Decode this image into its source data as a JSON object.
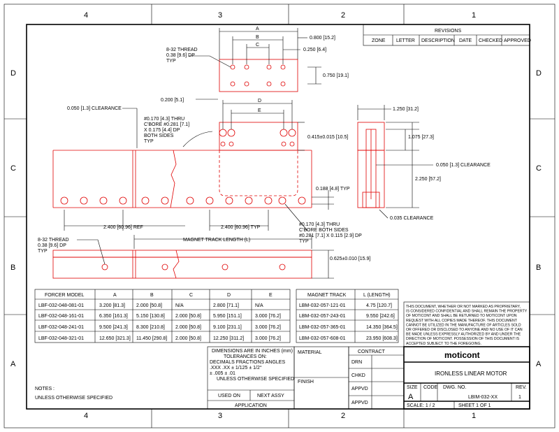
{
  "zones_top": [
    "4",
    "3",
    "2",
    "1"
  ],
  "zones_side": [
    "D",
    "C",
    "B",
    "A"
  ],
  "revisions": {
    "title": "REVISIONS",
    "headers": [
      "ZONE",
      "LETTER",
      "DESCRIPTION",
      "DATE",
      "CHECKED",
      "APPROVED"
    ]
  },
  "dims": {
    "a": "A",
    "b": "B",
    "c": "C",
    "d": "D",
    "e": "E",
    "d0800": "0.800 [15.2]",
    "d0250": "0.250 [6.4]",
    "d0750": "0.750 [19.1]",
    "d0200": "0.200 [5.1]",
    "d0050": "0.050 [1.3] CLEARANCE",
    "d0415": "0.415±0.015 [10.5]",
    "d1250": "1.250 [31.2]",
    "d1075": "1.075 [27.3]",
    "d0050b": "0.050 [1.3] CLEARANCE",
    "d2250": "2.250 [57.2]",
    "d0188": "0.188 [4.8] TYP",
    "d0035": "0.035 CLEARANCE",
    "d2400ref": "2.400 [60.96] REF",
    "d2400typ": "2.400 [60.96] TYP",
    "track_len": "MAGNET TRACK LENGTH (L)",
    "d0625": "0.625±0.010 [15.9]"
  },
  "notes_thread_top": [
    "8-32 THREAD",
    "0.38 [9.6] DP",
    "TYP"
  ],
  "notes_cbore": [
    "#0.170 [4.3] THRU",
    "C'BORE #0.281 [7.1]",
    "X 0.175 [4.4] DP",
    "BOTH SIDES",
    "TYP"
  ],
  "notes_cbore2": [
    "#0.170 [4.3] THRU",
    "C'BORE BOTH SIDES",
    "#0.281 [7.1] X 0.115 [2.9] DP",
    "TYP"
  ],
  "notes_thread_b": [
    "8-32 THREAD",
    "0.38 [9.6] DP",
    "TYP"
  ],
  "forcer_table": {
    "headers": [
      "FORCER MODEL",
      "A",
      "B",
      "C",
      "D",
      "E"
    ],
    "rows": [
      [
        "LBF-032-048-081-01",
        "3.200 [81.3]",
        "2.000 [50.8]",
        "N/A",
        "2.800 [71.1]",
        "N/A"
      ],
      [
        "LBF-032-048-161-01",
        "6.350 [161.3]",
        "5.150 [130.8]",
        "2.000 [50.8]",
        "5.950 [151.1]",
        "3.000 [76.2]"
      ],
      [
        "LBF-032-048-241-01",
        "9.500 [241.3]",
        "8.300 [210.8]",
        "2.000 [50.8]",
        "9.100 [231.1]",
        "3.000 [76.2]"
      ],
      [
        "LBF-032-048-321-01",
        "12.650 [321.3]",
        "11.450 [290.8]",
        "2.000 [50.8]",
        "12.250 [311.2]",
        "3.000 [76.2]"
      ]
    ]
  },
  "track_table": {
    "headers": [
      "MAGNET TRACK",
      "L (LENGTH)"
    ],
    "rows": [
      [
        "LBM-032-057-121-01",
        "4.75 [120.7]"
      ],
      [
        "LBM-032-057-243-01",
        "9.550 [242.6]"
      ],
      [
        "LBM-032-057-365-01",
        "14.350 [364.5]"
      ],
      [
        "LBM-032-057-608-01",
        "23.950 [608.3]"
      ]
    ]
  },
  "proprietary": [
    "THIS DOCUMENT, WHETHER OR NOT MARKED AS PROPRIETARY,",
    "IS CONSIDERED CONFIDENTIAL AND SHALL REMAIN THE PROPERTY",
    "OF MOTICONT AND SHALL BE RETURNED TO MOTICONT UPON",
    "REQUEST WITH ALL COPIES MADE THEREOF. THIS DOCUMENT",
    "CANNOT BE UTILIZED IN THE MANUFACTURE OF ARTICLES SOLD",
    "OR OFFERED OR DISCLOSED TO ANYONE AND NO USE OF IT CAN",
    "BE MADE UNLESS EXPRESSLY AUTHORIZED BY AND UNDER THE",
    "DIRECTION OF MOTICONT. POSSESSION OF THIS DOCUMENT IS",
    "ACCEPTED SUBJECT TO THE FOREGOING."
  ],
  "tolerances": {
    "l1": "DIMENSIONS ARE IN INCHES (mm)",
    "l2": "TOLERANCES ON:",
    "l3": "DECIMALS   FRACTIONS   ANGLES",
    "l4": ".XXX .XX      ±  1/125   ± 1/2°",
    "l5": "± .005 ± .01",
    "l6": "UNLESS OTHERWISE SPECIFIED",
    "used_on": "USED ON",
    "next_assy": "NEXT ASSY",
    "application": "APPLICATION"
  },
  "material": "MATERIAL",
  "finish": "FINISH",
  "contract": "CONTRACT",
  "sign_rows": [
    "DRN",
    "CHKD",
    "APPVD",
    "APPVD"
  ],
  "logo": "moticont",
  "part_title": "IRONLESS LINEAR MOTOR",
  "tb_labels": {
    "size": "SIZE",
    "code": "CODE",
    "dwg": "DWG. NO.",
    "rev": "REV."
  },
  "tb_values": {
    "size": "A",
    "dwg": "LBIM-032-XX",
    "rev": "1"
  },
  "scale": "SCALE:  1  /  2",
  "sheet": "SHEET   1  OF   1",
  "notes_title": "NOTES :",
  "notes_text": "UNLESS OTHERWISE SPECIFIED"
}
